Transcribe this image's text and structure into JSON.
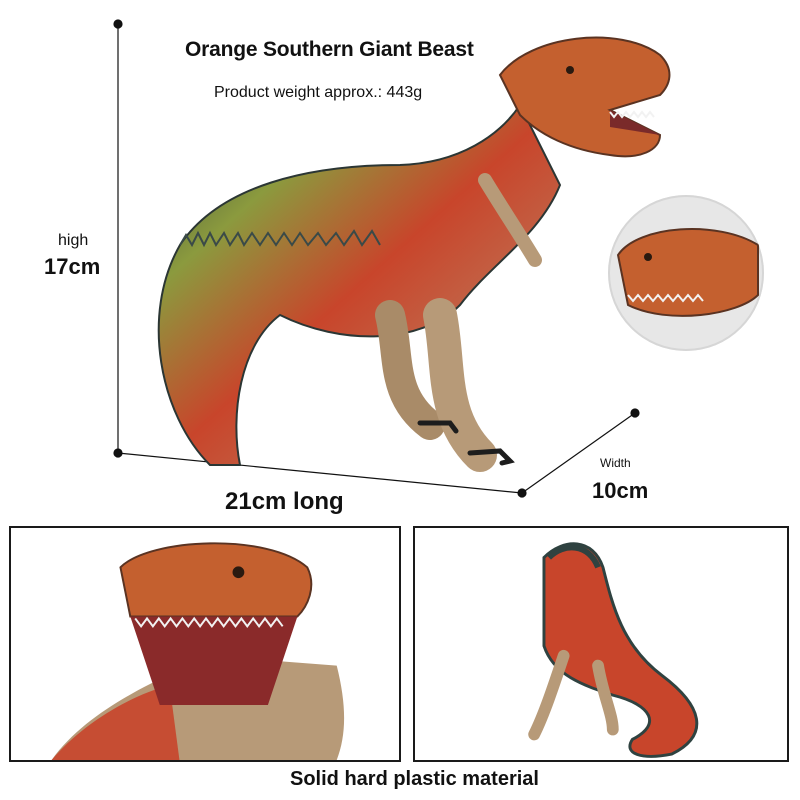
{
  "product": {
    "title": "Orange Southern Giant Beast",
    "weight_text": "Product weight approx.: 443g"
  },
  "dimensions": {
    "height_label": "high",
    "height_value": "17cm",
    "length_value": "21cm long",
    "width_label": "Width",
    "width_value": "10cm"
  },
  "footer": {
    "material_text": "Solid hard plastic material"
  },
  "colors": {
    "body_tan": "#b79a78",
    "stripe_red": "#c8452b",
    "stripe_green": "#8b9a3e",
    "back_dark": "#2f4240",
    "head_orange": "#c4602f",
    "claw": "#1d1d1d"
  },
  "icons": {
    "hero": "dinosaur-figure",
    "zoom": "dinosaur-head-closeup",
    "panel_left": "dinosaur-head-open-mouth",
    "panel_right": "dinosaur-rear-view"
  }
}
